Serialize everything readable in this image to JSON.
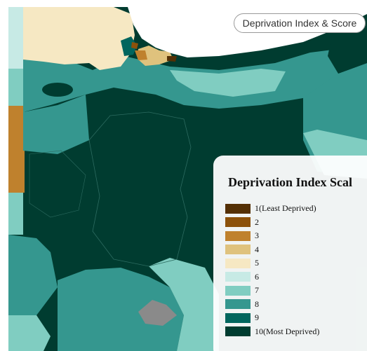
{
  "map_control": {
    "title_button_label": "Deprivation Index & Score"
  },
  "legend": {
    "title": "Deprivation Index Scal",
    "items": [
      {
        "label": "1(Least Deprived)",
        "color": "#543005"
      },
      {
        "label": "2",
        "color": "#8c510a"
      },
      {
        "label": "3",
        "color": "#bf812d"
      },
      {
        "label": "4",
        "color": "#dfc27d"
      },
      {
        "label": "5",
        "color": "#f6e8c3"
      },
      {
        "label": "6",
        "color": "#c7eae5"
      },
      {
        "label": "7",
        "color": "#80cdc1"
      },
      {
        "label": "8",
        "color": "#35978f"
      },
      {
        "label": "9",
        "color": "#01665e"
      },
      {
        "label": "10(Most Deprived)",
        "color": "#003c30"
      }
    ]
  },
  "colors": {
    "no_data": "#8a8a8a",
    "water": "#ffffff"
  }
}
